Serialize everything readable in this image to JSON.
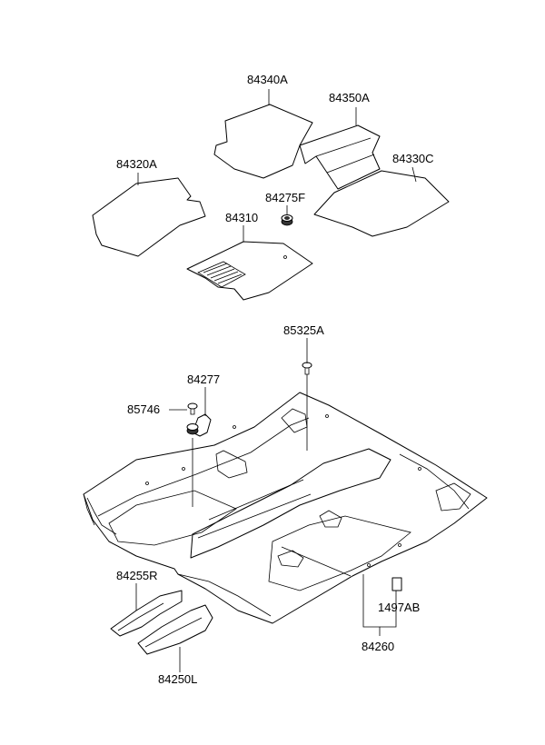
{
  "labels": {
    "p84340A": "84340A",
    "p84350A": "84350A",
    "p84320A": "84320A",
    "p84330C": "84330C",
    "p84275F": "84275F",
    "p84310": "84310",
    "p85325A": "85325A",
    "p84277": "84277",
    "p85746": "85746",
    "p84255R": "84255R",
    "p1497AB": "1497AB",
    "p84260": "84260",
    "p84250L": "84250L"
  },
  "colors": {
    "line": "#000000",
    "background": "#ffffff"
  }
}
